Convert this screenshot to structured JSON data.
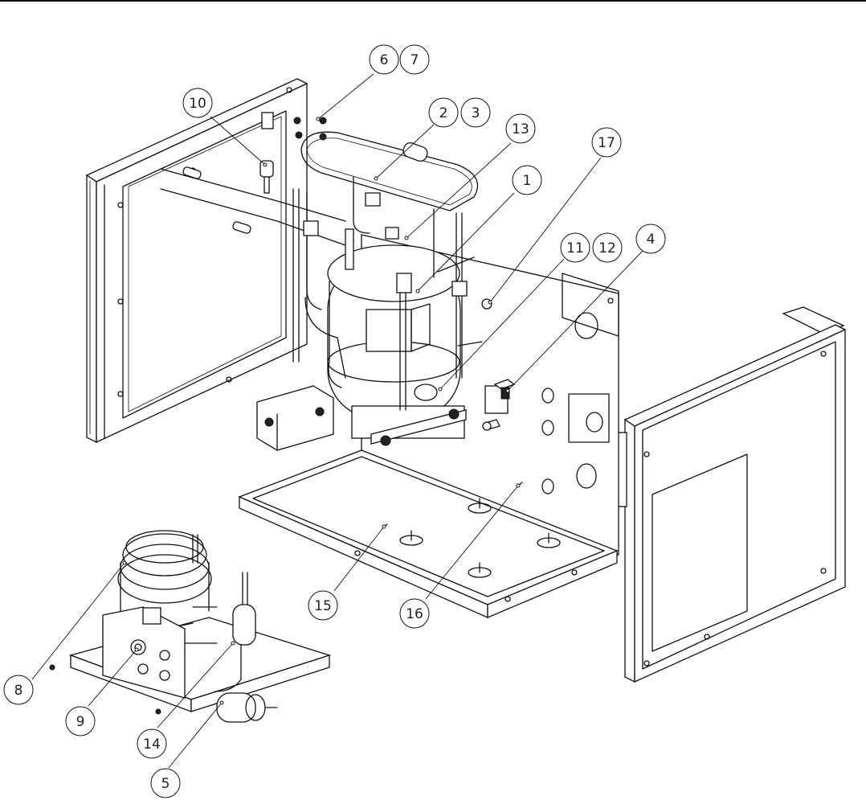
{
  "figure": {
    "callouts": [
      {
        "id": "c1",
        "label": "1"
      },
      {
        "id": "c2",
        "label": "2"
      },
      {
        "id": "c3",
        "label": "3"
      },
      {
        "id": "c4",
        "label": "4"
      },
      {
        "id": "c5",
        "label": "5"
      },
      {
        "id": "c6",
        "label": "6"
      },
      {
        "id": "c7",
        "label": "7"
      },
      {
        "id": "c8",
        "label": "8"
      },
      {
        "id": "c9",
        "label": "9"
      },
      {
        "id": "c10",
        "label": "10"
      },
      {
        "id": "c11",
        "label": "11"
      },
      {
        "id": "c12",
        "label": "12"
      },
      {
        "id": "c13",
        "label": "13"
      },
      {
        "id": "c14",
        "label": "14"
      },
      {
        "id": "c15",
        "label": "15"
      },
      {
        "id": "c16",
        "label": "16"
      },
      {
        "id": "c17",
        "label": "17"
      }
    ]
  }
}
